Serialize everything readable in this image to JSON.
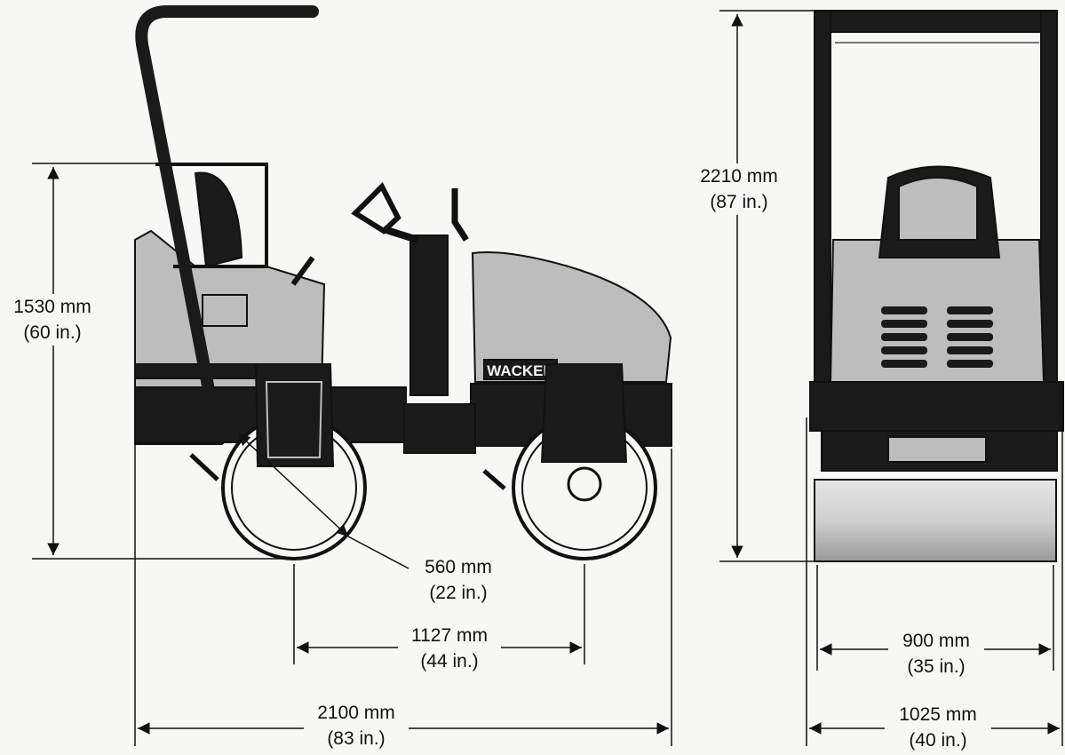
{
  "brand": {
    "logo_text": "WACKER"
  },
  "dimensions": {
    "height_rops": {
      "mm": "2210 mm",
      "in": "(87 in.)"
    },
    "height_seat": {
      "mm": "1530 mm",
      "in": "(60 in.)"
    },
    "drum_diameter": {
      "mm": "560 mm",
      "in": "(22 in.)"
    },
    "wheelbase": {
      "mm": "1127 mm",
      "in": "(44 in.)"
    },
    "overall_length": {
      "mm": "2100 mm",
      "in": "(83 in.)"
    },
    "drum_width": {
      "mm": "900 mm",
      "in": "(35 in.)"
    },
    "overall_width": {
      "mm": "1025 mm",
      "in": "(40 in.)"
    }
  },
  "colors": {
    "ink": "#111111",
    "body": "#bdbdbd",
    "dark": "#1a1a1a",
    "paper": "#f7f7f5"
  }
}
